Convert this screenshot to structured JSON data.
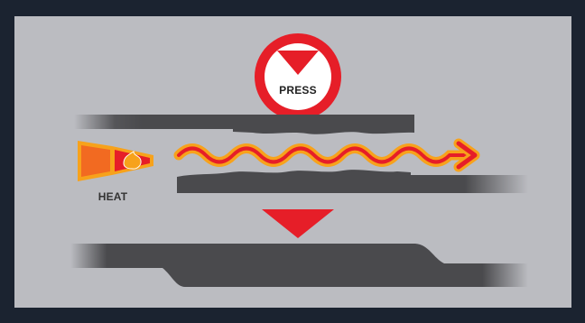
{
  "press": {
    "label": "PRESS",
    "icon": "press-down-triangle-icon",
    "ring_color": "#e61e28"
  },
  "heat": {
    "label": "HEAT",
    "icon": "heat-torch-icon",
    "flame_color": "#e61e28",
    "torch_color": "#f26a21"
  },
  "colors": {
    "background": "#1b2330",
    "panel": "#bbbcc1",
    "material": "#4a4a4d",
    "arrow": "#e61e28",
    "wave_glow": "#f7a21b"
  },
  "steps": [
    {
      "name": "two-separate-layers",
      "description_visible": false
    },
    {
      "name": "fused-layer",
      "description_visible": false
    }
  ]
}
